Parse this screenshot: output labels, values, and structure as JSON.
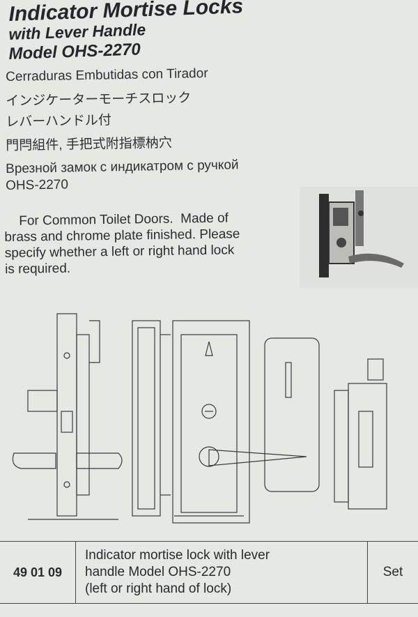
{
  "title": {
    "line1": "Indicator Mortise Locks",
    "line2": "with Lever Handle",
    "line3": "Model OHS-2270"
  },
  "translations": {
    "spanish": "Cerraduras Embutidas con Tirador",
    "japanese_1": "インジケーターモーチスロック",
    "japanese_2": "レバーハンドル付",
    "chinese": "門閂組件, 手把式附指標枘穴",
    "russian_1": "Врезной замок с индикатром с ручкой",
    "russian_2": "OHS-2270"
  },
  "description": {
    "lines": [
      "    For Common Toilet Doors.  Made of",
      "brass and chrome plate finished.  Please",
      "specify whether a left or right hand lock",
      "is required."
    ]
  },
  "table": {
    "code": "49 01 09",
    "description_lines": [
      "Indicator mortise lock with lever",
      "handle Model OHS-2270",
      "(left or right hand of lock)"
    ],
    "unit": "Set"
  }
}
